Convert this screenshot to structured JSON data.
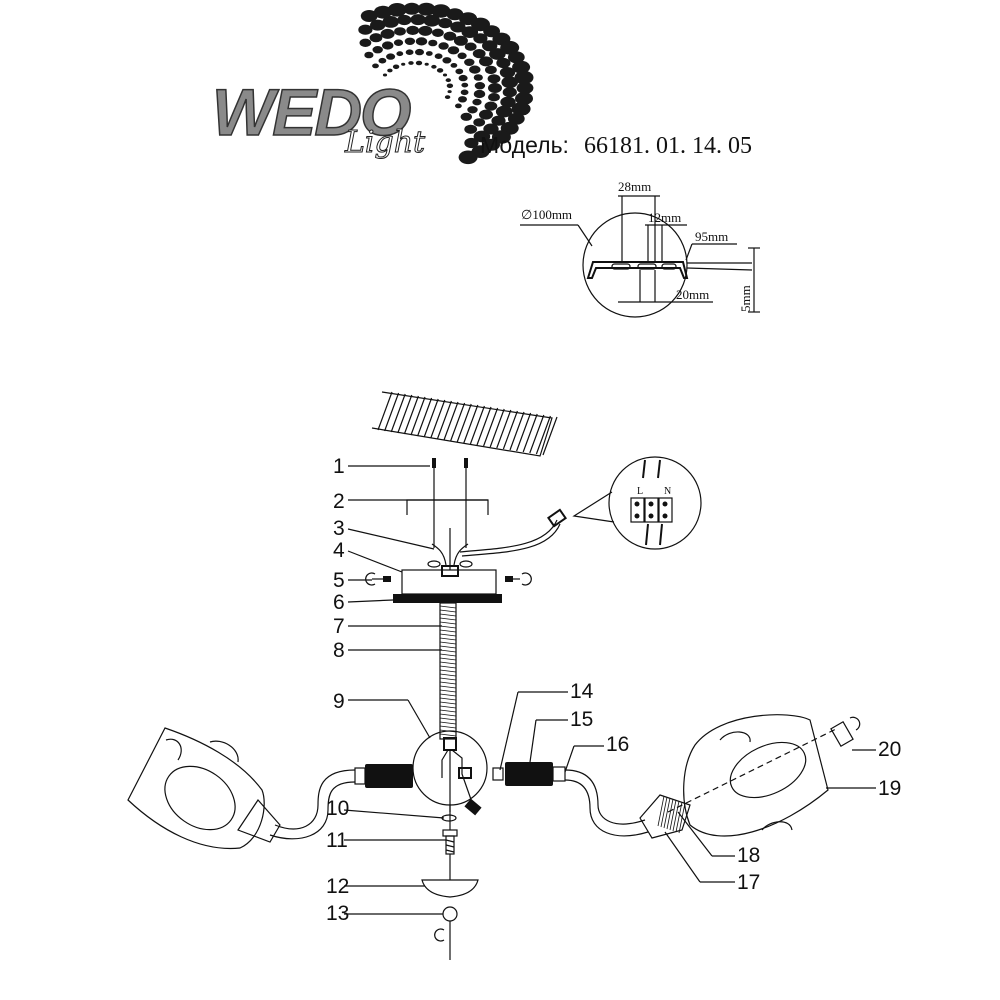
{
  "brand": {
    "logo_text": "WEDO",
    "logo_script": "Light"
  },
  "header": {
    "model_label": "Модель:",
    "model_number": "66181. 01. 14. 05"
  },
  "bracket_detail": {
    "dimensions": [
      "∅100mm",
      "28mm",
      "12mm",
      "95mm",
      "20mm",
      "5mm"
    ]
  },
  "terminal_detail": {
    "marks": [
      "L",
      "N"
    ]
  },
  "parts": {
    "left_labels": [
      "1",
      "2",
      "3",
      "4",
      "5",
      "6",
      "7",
      "8",
      "9",
      "10",
      "11",
      "12",
      "13"
    ],
    "right_labels": [
      "14",
      "15",
      "16",
      "17",
      "18",
      "19",
      "20"
    ]
  }
}
